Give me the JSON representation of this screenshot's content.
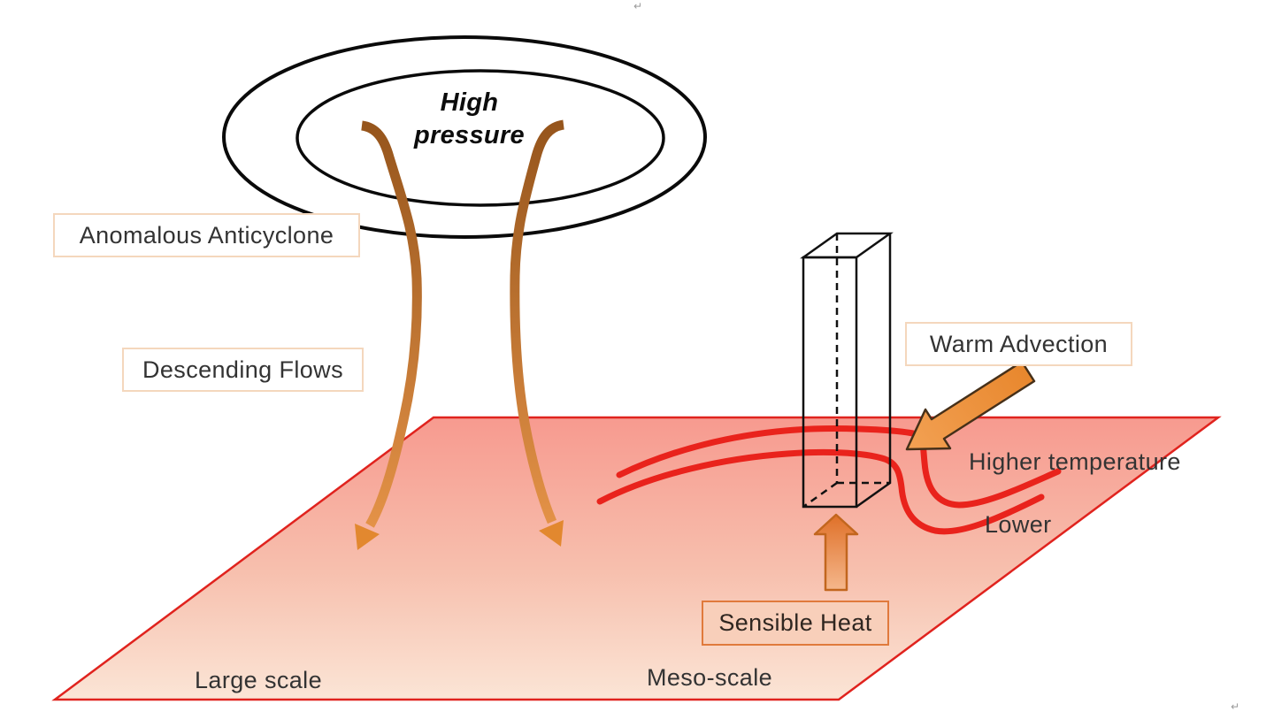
{
  "diagram": {
    "title_context": "Schematic of anomalous anticyclone, descending flows, warm advection and sensible heat over a surface plane",
    "labels": {
      "high_pressure_line1": "High",
      "high_pressure_line2": "pressure",
      "anomalous_anticyclone": "Anomalous Anticyclone",
      "descending_flows": "Descending Flows",
      "warm_advection": "Warm Advection",
      "sensible_heat": "Sensible Heat",
      "higher_temperature": "Higher temperature",
      "lower": "Lower",
      "large_scale": "Large scale",
      "meso_scale": "Meso-scale"
    },
    "marks": {
      "return_mark": "↵"
    },
    "colors": {
      "plane_top": "#f79a8f",
      "plane_mid": "#f7c0ae",
      "plane_bottom": "#fbe5d6",
      "plane_border": "#e0231e",
      "isotherm_red": "#e9231c",
      "flow_arrow_dark_brown": "#96551c",
      "flow_arrow_light_orange": "#e9964a",
      "warm_arrow_fill": "#ec9138",
      "warm_arrow_outline": "#463019",
      "sensible_arrow_top": "#df7028",
      "sensible_arrow_bottom": "#f5b78c",
      "sensible_arrow_outline": "#c2661e",
      "label_box_border_light": "#f4d7bd",
      "sensible_box_border": "#e07a3c",
      "sensible_box_fill": "#f8cfba",
      "ellipse_outline": "#0a0a0a",
      "column_box_outline": "#111111",
      "text": "#333333"
    }
  }
}
